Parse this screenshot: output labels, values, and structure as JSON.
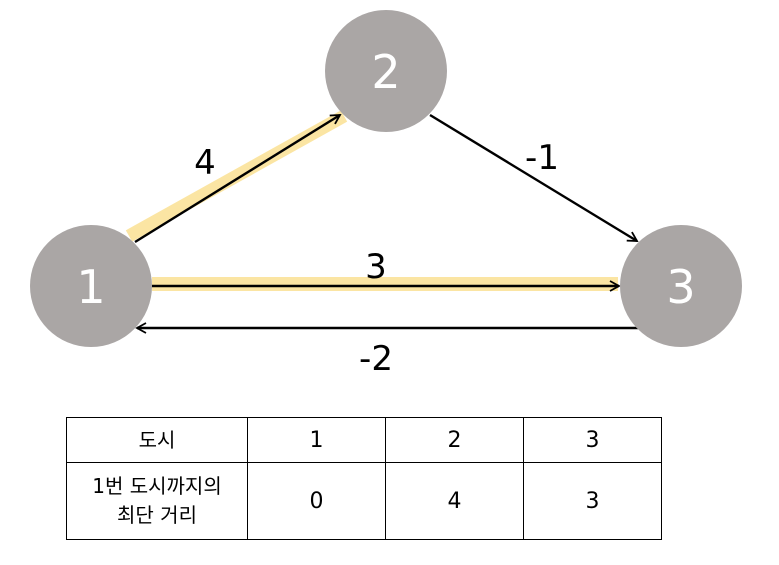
{
  "graph": {
    "nodes": [
      {
        "id": "1",
        "label": "1"
      },
      {
        "id": "2",
        "label": "2"
      },
      {
        "id": "3",
        "label": "3"
      }
    ],
    "edges": [
      {
        "from": "1",
        "to": "2",
        "weight": "4",
        "highlighted": true
      },
      {
        "from": "2",
        "to": "3",
        "weight": "-1",
        "highlighted": false
      },
      {
        "from": "1",
        "to": "3",
        "weight": "3",
        "highlighted": true
      },
      {
        "from": "3",
        "to": "1",
        "weight": "-2",
        "highlighted": false
      }
    ],
    "colors": {
      "node": "#aaa6a5",
      "highlight": "#fbe5a3",
      "edge": "#000000"
    }
  },
  "table": {
    "header": [
      "도시",
      "1",
      "2",
      "3"
    ],
    "row": {
      "label_line1": "1번 도시까지의",
      "label_line2": "최단 거리",
      "values": [
        "0",
        "4",
        "3"
      ]
    }
  }
}
